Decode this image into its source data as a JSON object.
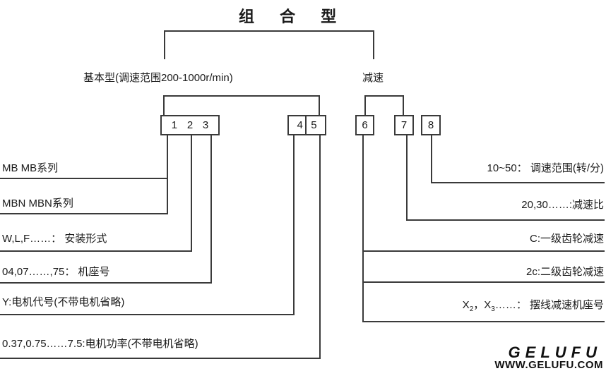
{
  "title": "组 合 型",
  "groups": {
    "basic_label": "基本型(调速范围200-1000r/min)",
    "reduction_label": "减速"
  },
  "position_boxes": {
    "p1": "1",
    "p2": "2",
    "p3": "3",
    "p4": "4",
    "p5": "5",
    "p6": "6",
    "p7": "7",
    "p8": "8"
  },
  "left_labels": {
    "mb_series": "MB MB系列",
    "mbn_series": "MBN MBN系列",
    "mounting": "W,L,F……： 安装形式",
    "frame_size": "04,07……,75： 机座号",
    "motor_code": "Y:电机代号(不带电机省略)",
    "motor_power": "0.37,0.75……7.5:电机功率(不带电机省略)"
  },
  "right_labels": {
    "speed_range": "10~50： 调速范围(转/分)",
    "reduction_ratio": "20,30……:减速比",
    "gear_one_stage": "C:一级齿轮减速",
    "gear_two_stage": "2c:二级齿轮减速",
    "cycloid": {
      "x1": "X",
      "sub1": "2",
      "mid": "，X",
      "sub2": "3",
      "rest": "……： 摆线减速机座号"
    }
  },
  "logo": {
    "brand": "GELUFU",
    "site": "WWW.GELUFU.COM"
  },
  "colors": {
    "line": "#3a3a3a",
    "text": "#1b1b1b",
    "background": "#ffffff"
  }
}
